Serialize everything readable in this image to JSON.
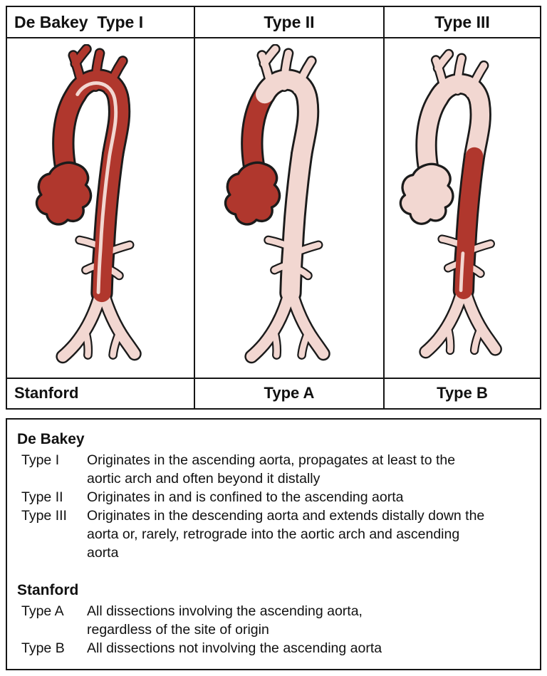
{
  "colors": {
    "dissected": "#b0372d",
    "normal": "#f2d7d1",
    "outline": "#1b1b1b"
  },
  "table": {
    "headers": [
      "De Bakey  Type I",
      "Type II",
      "Type III"
    ],
    "stanford": {
      "label": "Stanford",
      "type_a": "Type A",
      "type_b": "Type B"
    }
  },
  "figures": [
    {
      "name": "De Bakey Type I aorta",
      "segments": {
        "root": "dissected",
        "asc": "dissected",
        "arch": "dissected",
        "desc": "dissected",
        "arch_branches": "dissected",
        "small_branches": "normal",
        "iliac": "normal"
      },
      "lumen": "full"
    },
    {
      "name": "De Bakey Type II aorta",
      "segments": {
        "root": "dissected",
        "asc": "dissected",
        "arch": "normal",
        "desc": "normal",
        "arch_branches": "normal",
        "small_branches": "normal",
        "iliac": "normal"
      },
      "lumen": "none"
    },
    {
      "name": "De Bakey Type III aorta",
      "segments": {
        "root": "normal",
        "asc": "normal",
        "arch": "normal",
        "desc": "dissected",
        "arch_branches": "normal",
        "small_branches": "normal",
        "iliac": "normal"
      },
      "lumen": "lower"
    }
  ],
  "legend": {
    "debakey": {
      "title": "De Bakey",
      "items": [
        {
          "term": "Type I",
          "definition": "Originates in the ascending aorta, propagates at least to the\naortic arch and often beyond it distally"
        },
        {
          "term": "Type II",
          "definition": "Originates in and is confined to the ascending aorta"
        },
        {
          "term": "Type III",
          "definition": "Originates in the descending aorta and extends distally down the\naorta or, rarely, retrograde into the aortic arch and ascending\naorta"
        }
      ]
    },
    "stanford": {
      "title": "Stanford",
      "items": [
        {
          "term": "Type A",
          "definition": "All dissections involving the ascending aorta,\nregardless of the site of origin"
        },
        {
          "term": "Type B",
          "definition": "All dissections not involving the ascending aorta"
        }
      ]
    }
  }
}
